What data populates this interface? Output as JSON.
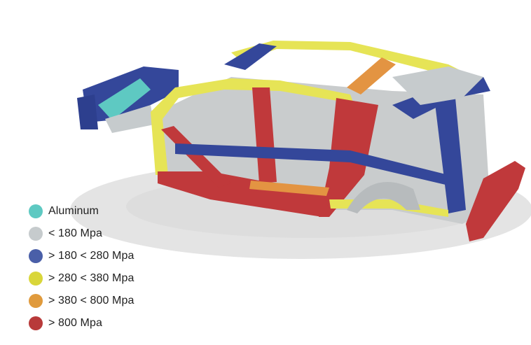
{
  "legend": {
    "items": [
      {
        "label": "Aluminum",
        "color": "#5ec9c2"
      },
      {
        "label": "< 180 Mpa",
        "color": "#c6cbcd"
      },
      {
        "label": "> 180 < 280 Mpa",
        "color": "#4a5fa8"
      },
      {
        "label": "> 280 < 380 Mpa",
        "color": "#d9d63a"
      },
      {
        "label": "> 380 < 800 Mpa",
        "color": "#e09a3c"
      },
      {
        "label": "> 800 Mpa",
        "color": "#b83a3a"
      }
    ]
  },
  "illustration": {
    "icon": "car-body-frame-icon",
    "colors": {
      "shadow": "#e2e2e2",
      "aluminum": "#5ec9c2",
      "mild": "#c6cbcd",
      "blue": "#34479a",
      "yellow": "#e6e456",
      "orange": "#e39442",
      "red": "#c0393b"
    }
  }
}
